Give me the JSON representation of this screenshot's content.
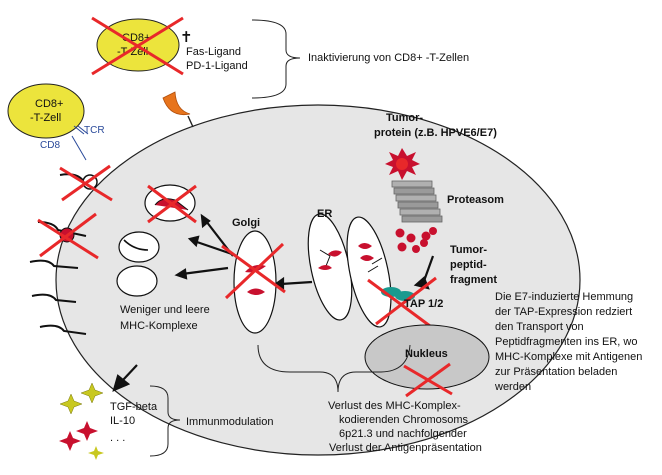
{
  "cells": {
    "inactive_tcell": [
      "CD8+",
      "-T-Zell"
    ],
    "active_tcell": [
      "CD8+",
      "-T-Zell"
    ],
    "tcr": "TCR",
    "cd8": "CD8"
  },
  "ligands": [
    "Fas-Ligand",
    "PD-1-Ligand"
  ],
  "cross_symbol": "✝",
  "inactivation": "Inaktivierung von CD8+ -T-Zellen",
  "tumor_protein": [
    "Tumor-",
    "protein (z.B. HPVE6/E7)"
  ],
  "proteasome": "Proteasom",
  "tumor_peptide": [
    "Tumor-",
    "peptid-",
    "fragment"
  ],
  "golgi": "Golgi",
  "er": "ER",
  "tap": "TAP 1/2",
  "mhc_less": [
    "Weniger und leere",
    "MHC-Komplexe"
  ],
  "e7_text": [
    "Die E7-induzierte Hemmung",
    "der TAP-Expression redziert",
    "den Transport von",
    "Peptidfragmenten ins ER, wo",
    "MHC-Komplexe mit Antigenen",
    "zur Präsentation beladen",
    "werden"
  ],
  "nucleus": "Nukleus",
  "loss_text": [
    "Verlust des MHC-Komplex-",
    "kodierenden Chromosoms",
    "6p21.3 und nachfolgender",
    "Verlust der Antigenpräsentation"
  ],
  "cytokines": [
    "TGF-beta",
    "IL-10",
    ". . ."
  ],
  "immunomodulation": "Immunmodulation",
  "colors": {
    "tcell_fill": "#ece43c",
    "cell_fill": "#e6e6e6",
    "nucleus_fill": "#c8c8c8",
    "red": "#e8282a",
    "dark_red": "#c8102e",
    "ligand_orange": "#e7741c",
    "tap_teal": "#1a9a8f",
    "proteasome_gray": "#9a9a9a",
    "blue": "#2a4a9a",
    "star_yellow": "#c8c820"
  }
}
